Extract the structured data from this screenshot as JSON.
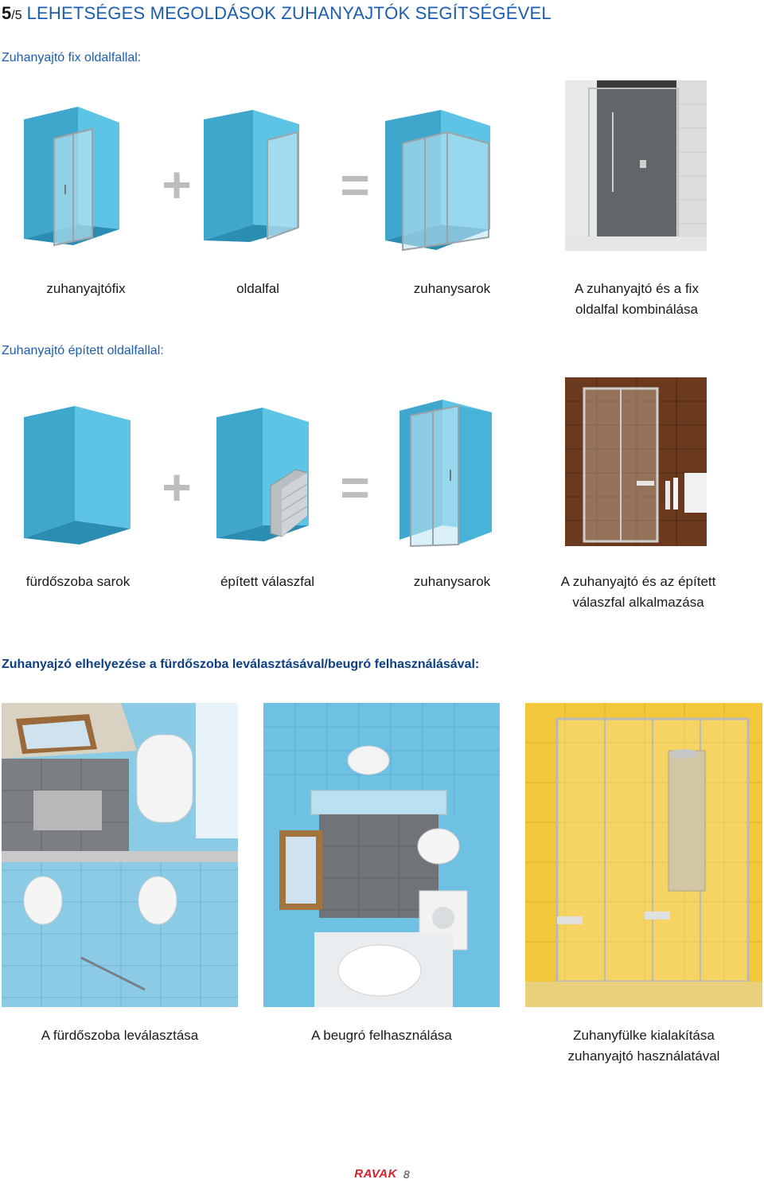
{
  "header": {
    "section_number": "5",
    "section_total": "/5",
    "title": "LEHETSÉGES MEGOLDÁSOK ZUHANYAJTÓK SEGÍTSÉGÉVEL"
  },
  "section1": {
    "heading": "Zuhanyajtó fix oldalfallal:",
    "plus": "+",
    "equals": "=",
    "captions": [
      "zuhanyajtófix",
      "oldalfal",
      "zuhanysarok",
      "A zuhanyajtó és a fix",
      "oldalfal kombinálása"
    ]
  },
  "section2": {
    "heading": "Zuhanyajtó épített oldalfallal:",
    "plus": "+",
    "equals": "=",
    "captions": [
      "fürdőszoba sarok",
      "épített válaszfal",
      "zuhanysarok",
      "A zuhanyajtó és az épített",
      "válaszfal alkalmazása"
    ]
  },
  "section3": {
    "heading": "Zuhanyajzó elhelyezése a fürdőszoba leválasztásával/beugró felhasználásával:",
    "captions": [
      "A fürdőszoba leválasztása",
      "A beugró felhasználása",
      "Zuhanyfülke kialakítása",
      "zuhanyajtó használatával"
    ]
  },
  "footer": {
    "logo": "RAVAK",
    "page_number": "8"
  },
  "colors": {
    "accent": "#1b5db0",
    "wall": "#4bb3d6",
    "tile_yellow": "#f2c73a",
    "logo_red": "#d3222a"
  }
}
